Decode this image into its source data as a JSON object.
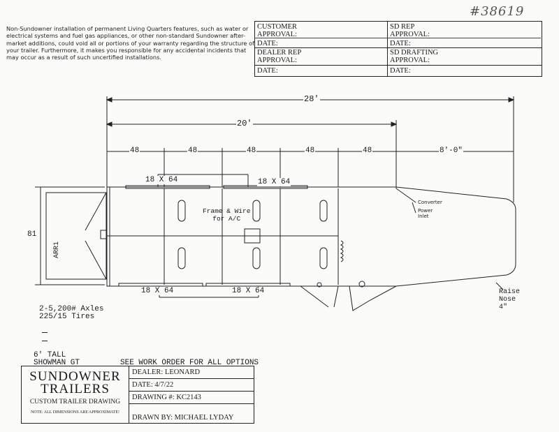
{
  "doc_number": "#38619",
  "disclaimer": "Non-Sundowner installation of permanent Living Quarters features, such as water or electrical systems and fuel gas appliances, or other non-standard Sundowner after-market additions, could void all or portions of your warranty regarding the structure of your trailer. Furthermore, it makes you responsible for any accidental incidents that may occur as a result of such uncertified installations.",
  "approvals": {
    "customer": "CUSTOMER\nAPPROVAL:",
    "customer_date": "DATE:",
    "dealer_rep": "DEALER REP\nAPPROVAL:",
    "dealer_date": "DATE:",
    "sd_rep": "SD REP\nAPPROVAL:",
    "sd_rep_date": "DATE:",
    "sd_drafting": "SD DRAFTING\nAPPROVAL:",
    "sd_drafting_date": "DATE:"
  },
  "dimensions": {
    "overall": "28'",
    "body": "20'",
    "seg": [
      "48",
      "48",
      "48",
      "48",
      "48"
    ],
    "nose": "8'-0\"",
    "width": "81",
    "window_top_left": "18 X 64",
    "window_top_right": "18 X 64",
    "window_bottom_left": "18 X 64",
    "window_bottom_right": "18 X 64"
  },
  "labels": {
    "frame_wire": "Frame & Wire\nfor A/C",
    "converter": "Converter",
    "power_inlet": "Power\nInlet",
    "raise_nose": "Raise\nNose\n4\"",
    "arr": "ARR1",
    "axles": "2-5,200# Axles",
    "tires": "225/15 Tires",
    "tall": "6' TALL",
    "model": "SHOWMAN GT",
    "work_order": "SEE WORK ORDER FOR ALL OPTIONS"
  },
  "title_block": {
    "company_line1": "SUNDOWNER",
    "company_line2": "TRAILERS",
    "drawing_type": "CUSTOM TRAILER DRAWING",
    "note": "NOTE: ALL DIMENSIONS ARE APPROXIMATE!",
    "dealer": "DEALER: LEONARD",
    "date": "DATE: 4/7/22",
    "drawing_no": "DRAWING #: KC2143",
    "drawn_by": "DRAWN BY: MICHAEL LYDAY"
  }
}
